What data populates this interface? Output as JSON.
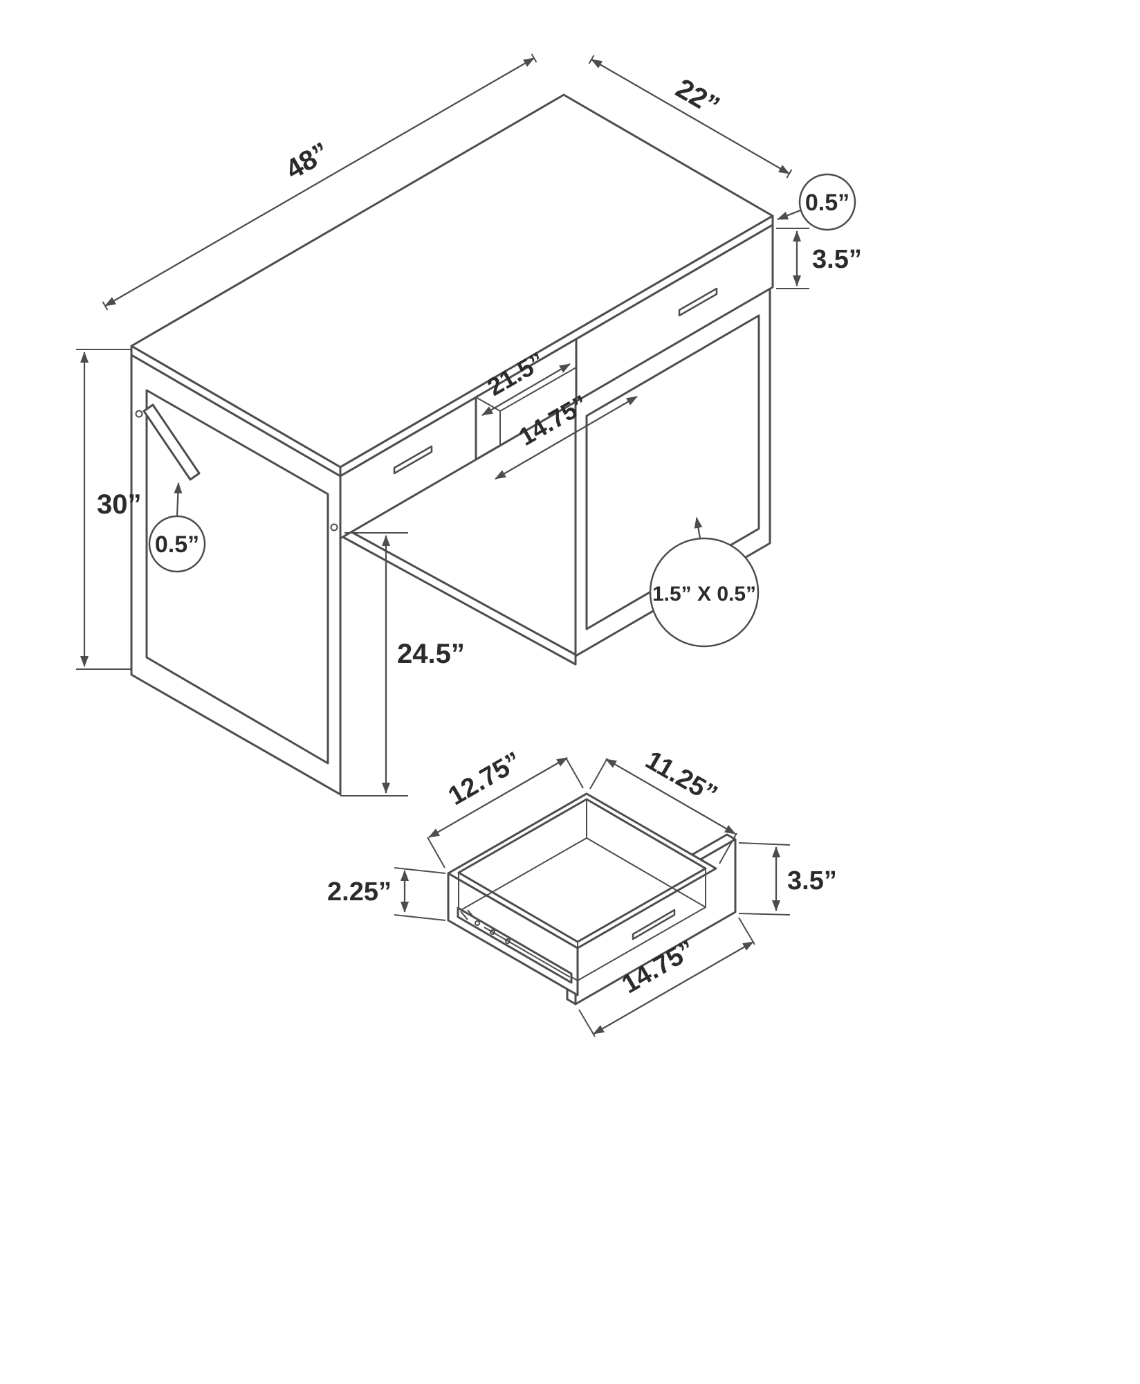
{
  "diagram": {
    "line_color": "#4d4d50",
    "text_color": "#2b2b2c",
    "desk": {
      "width_label": "48”",
      "depth_label": "22”",
      "top_thickness_label": "0.5”",
      "drawer_front_height_label": "3.5”",
      "overall_height_label": "30”",
      "frame_brace_label": "0.5”",
      "cubby_width_label": "21.5”",
      "drawer_width_label": "14.75”",
      "clearance_height_label": "24.5”",
      "tube_size_label": "1.5” X 0.5”"
    },
    "drawer": {
      "depth_label": "12.75”",
      "inner_width_label": "11.25”",
      "side_height_label": "2.25”",
      "front_height_label": "3.5”",
      "front_width_label": "14.75”"
    }
  }
}
